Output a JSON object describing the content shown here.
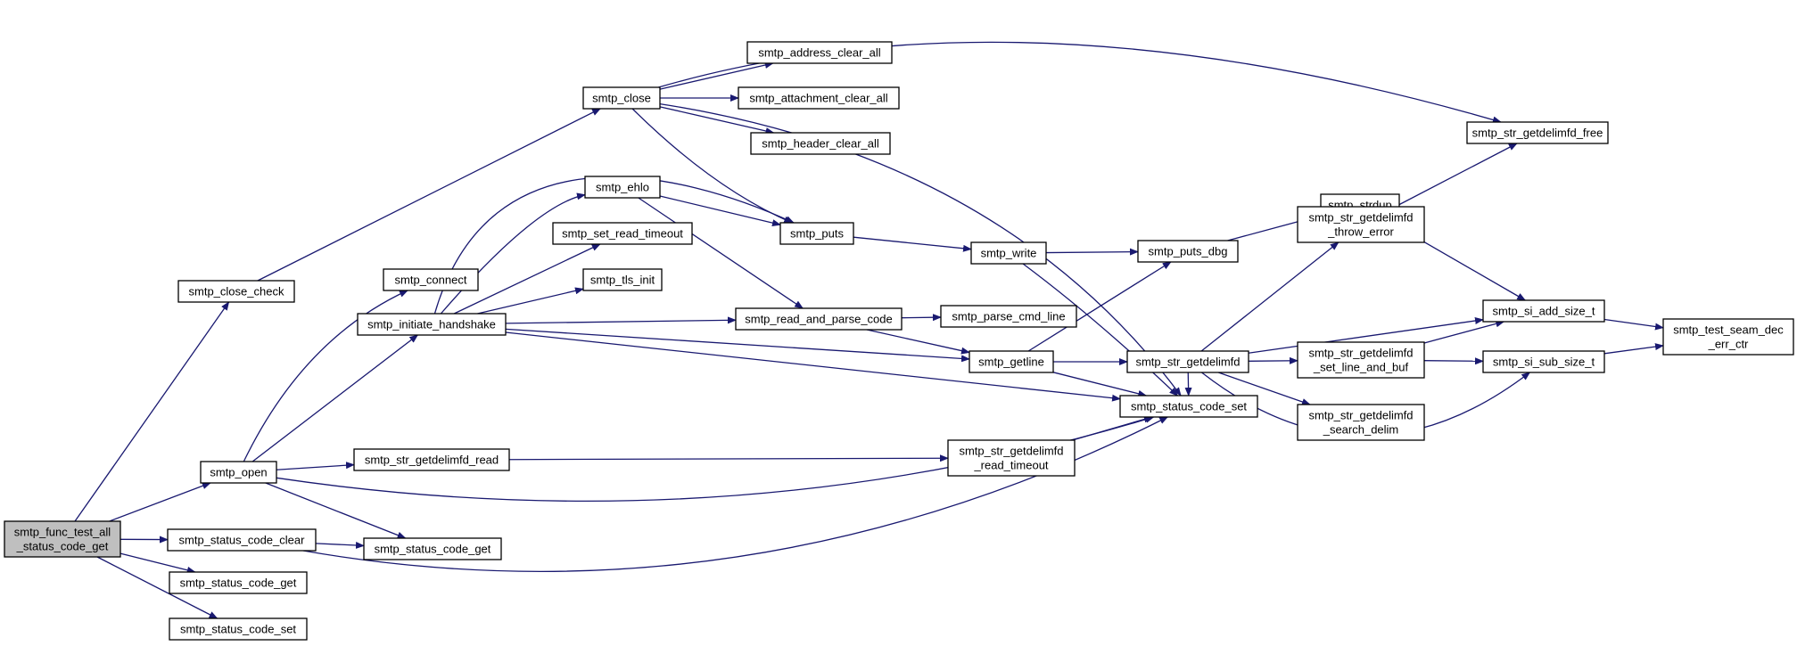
{
  "colors": {
    "edge": "#191970",
    "node_border": "#000000",
    "node_fill": "#ffffff",
    "root_fill": "#bfbfbf",
    "background": "#ffffff"
  },
  "nodes": {
    "root": {
      "lines": [
        "smtp_func_test_all",
        "_status_code_get"
      ]
    },
    "close_check": {
      "lines": [
        "smtp_close_check"
      ]
    },
    "open": {
      "lines": [
        "smtp_open"
      ]
    },
    "status_clear": {
      "lines": [
        "smtp_status_code_clear"
      ]
    },
    "status_get_a": {
      "lines": [
        "smtp_status_code_get"
      ]
    },
    "status_set_a": {
      "lines": [
        "smtp_status_code_set"
      ]
    },
    "close": {
      "lines": [
        "smtp_close"
      ]
    },
    "connect": {
      "lines": [
        "smtp_connect"
      ]
    },
    "handshake": {
      "lines": [
        "smtp_initiate_handshake"
      ]
    },
    "gd_read": {
      "lines": [
        "smtp_str_getdelimfd_read"
      ]
    },
    "status_get_b": {
      "lines": [
        "smtp_status_code_get"
      ]
    },
    "addr_clear": {
      "lines": [
        "smtp_address_clear_all"
      ]
    },
    "attach_clear": {
      "lines": [
        "smtp_attachment_clear_all"
      ]
    },
    "header_clear": {
      "lines": [
        "smtp_header_clear_all"
      ]
    },
    "ehlo": {
      "lines": [
        "smtp_ehlo"
      ]
    },
    "set_timeout": {
      "lines": [
        "smtp_set_read_timeout"
      ]
    },
    "tls_init": {
      "lines": [
        "smtp_tls_init"
      ]
    },
    "puts": {
      "lines": [
        "smtp_puts"
      ]
    },
    "read_parse": {
      "lines": [
        "smtp_read_and_parse_code"
      ]
    },
    "write": {
      "lines": [
        "smtp_write"
      ]
    },
    "parse_cmd": {
      "lines": [
        "smtp_parse_cmd_line"
      ]
    },
    "getline": {
      "lines": [
        "smtp_getline"
      ]
    },
    "gd_read_timeout": {
      "lines": [
        "smtp_str_getdelimfd",
        "_read_timeout"
      ]
    },
    "puts_dbg": {
      "lines": [
        "smtp_puts_dbg"
      ]
    },
    "getdelimfd": {
      "lines": [
        "smtp_str_getdelimfd"
      ]
    },
    "status_set_b": {
      "lines": [
        "smtp_status_code_set"
      ]
    },
    "strdup": {
      "lines": [
        "smtp_strdup"
      ]
    },
    "throw_error": {
      "lines": [
        "smtp_str_getdelimfd",
        "_throw_error"
      ]
    },
    "set_line_buf": {
      "lines": [
        "smtp_str_getdelimfd",
        "_set_line_and_buf"
      ]
    },
    "search_delim": {
      "lines": [
        "smtp_str_getdelimfd",
        "_search_delim"
      ]
    },
    "gd_free": {
      "lines": [
        "smtp_str_getdelimfd_free"
      ]
    },
    "add_size": {
      "lines": [
        "smtp_si_add_size_t"
      ]
    },
    "sub_size": {
      "lines": [
        "smtp_si_sub_size_t"
      ]
    },
    "seam_dec": {
      "lines": [
        "smtp_test_seam_dec",
        "_err_ctr"
      ]
    }
  },
  "edges": [
    [
      "root",
      "close_check"
    ],
    [
      "root",
      "open"
    ],
    [
      "root",
      "status_clear"
    ],
    [
      "root",
      "status_get_a"
    ],
    [
      "root",
      "status_set_a"
    ],
    [
      "close_check",
      "close"
    ],
    [
      "open",
      "connect"
    ],
    [
      "open",
      "handshake"
    ],
    [
      "open",
      "gd_read"
    ],
    [
      "open",
      "status_get_b"
    ],
    [
      "open",
      "status_set_b"
    ],
    [
      "status_clear",
      "status_get_b"
    ],
    [
      "status_clear",
      "status_set_b"
    ],
    [
      "close",
      "addr_clear"
    ],
    [
      "close",
      "attach_clear"
    ],
    [
      "close",
      "header_clear"
    ],
    [
      "close",
      "puts"
    ],
    [
      "close",
      "gd_free"
    ],
    [
      "close",
      "status_set_b"
    ],
    [
      "handshake",
      "ehlo"
    ],
    [
      "handshake",
      "set_timeout"
    ],
    [
      "handshake",
      "tls_init"
    ],
    [
      "handshake",
      "puts"
    ],
    [
      "handshake",
      "read_parse"
    ],
    [
      "handshake",
      "getline"
    ],
    [
      "handshake",
      "status_set_b"
    ],
    [
      "ehlo",
      "puts"
    ],
    [
      "ehlo",
      "read_parse"
    ],
    [
      "puts",
      "write"
    ],
    [
      "write",
      "puts_dbg"
    ],
    [
      "write",
      "status_set_b"
    ],
    [
      "read_parse",
      "parse_cmd"
    ],
    [
      "read_parse",
      "getline"
    ],
    [
      "getline",
      "puts_dbg"
    ],
    [
      "getline",
      "getdelimfd"
    ],
    [
      "getline",
      "status_set_b"
    ],
    [
      "gd_read",
      "gd_read_timeout"
    ],
    [
      "gd_read_timeout",
      "status_set_b"
    ],
    [
      "puts_dbg",
      "strdup"
    ],
    [
      "getdelimfd",
      "throw_error"
    ],
    [
      "getdelimfd",
      "add_size"
    ],
    [
      "getdelimfd",
      "set_line_buf"
    ],
    [
      "getdelimfd",
      "search_delim"
    ],
    [
      "getdelimfd",
      "sub_size"
    ],
    [
      "getdelimfd",
      "status_set_b"
    ],
    [
      "strdup",
      "add_size"
    ],
    [
      "throw_error",
      "gd_free"
    ],
    [
      "set_line_buf",
      "add_size"
    ],
    [
      "set_line_buf",
      "sub_size"
    ],
    [
      "add_size",
      "seam_dec"
    ],
    [
      "sub_size",
      "seam_dec"
    ]
  ]
}
